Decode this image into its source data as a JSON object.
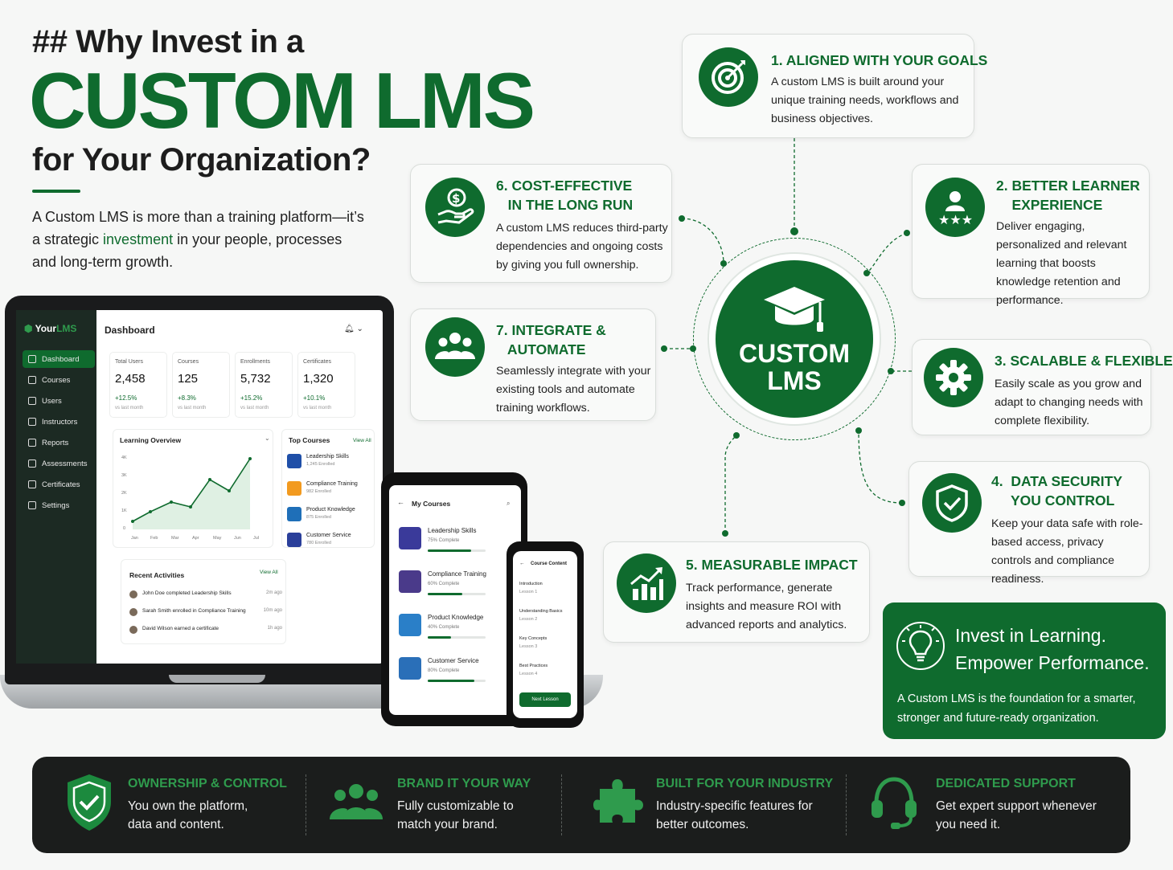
{
  "header": {
    "pre": "## Why Invest in a",
    "main": "CUSTOM LMS",
    "post": "for Your Organization?",
    "intro_a": "A Custom LMS is more than a training platform—it’s a strategic ",
    "intro_highlight": "investment",
    "intro_b": " in your people, processes and long-term growth."
  },
  "benefits": [
    {
      "title": "1. ALIGNED WITH YOUR GOALS",
      "desc": "A custom LMS is built around your unique training needs, workflows and business objectives.",
      "icon": "target-icon"
    },
    {
      "title": "2. BETTER LEARNER\n    EXPERIENCE",
      "desc": "Deliver engaging, personalized and relevant learning that boosts knowledge retention and performance.",
      "icon": "learner-stars-icon"
    },
    {
      "title": "3. SCALABLE & FLEXIBLE",
      "desc": "Easily scale as you grow and adapt to changing needs with complete flexibility.",
      "icon": "gear-icon"
    },
    {
      "title": "4.  DATA SECURITY\n     YOU CONTROL",
      "desc": "Keep your data safe with role-based access, privacy controls and compliance readiness.",
      "icon": "shield-check-icon"
    },
    {
      "title": "5. MEASURABLE IMPACT",
      "desc": "Track performance, generate insights and measure ROI with advanced reports and analytics.",
      "icon": "growth-chart-icon"
    },
    {
      "title": "6. COST-EFFECTIVE\n   IN THE LONG RUN",
      "desc": "A custom LMS reduces third-party dependencies and ongoing costs by giving you full ownership.",
      "icon": "hand-coin-icon"
    },
    {
      "title": "7. INTEGRATE &\n   AUTOMATE",
      "desc": "Seamlessly integrate with your existing tools and automate training workflows.",
      "icon": "team-icon"
    }
  ],
  "hub": {
    "label": "CUSTOM\nLMS"
  },
  "invest": {
    "title": "Invest in Learning.\nEmpower Performance.",
    "desc": "A Custom LMS is the foundation for a smarter, stronger and future-ready organization."
  },
  "bottom_bar": [
    {
      "title": "OWNERSHIP & CONTROL",
      "desc": "You own the platform, data and content."
    },
    {
      "title": "BRAND IT YOUR WAY",
      "desc": "Fully customizable to match your brand."
    },
    {
      "title": "BUILT FOR YOUR INDUSTRY",
      "desc": "Industry-specific features for better outcomes."
    },
    {
      "title": "DEDICATED SUPPORT",
      "desc": "Get expert support whenever you need it."
    }
  ],
  "laptop": {
    "logo_a": "Your",
    "logo_b": "LMS",
    "title": "Dashboard",
    "nav": [
      "Dashboard",
      "Courses",
      "Users",
      "Instructors",
      "Reports",
      "Assessments",
      "Certificates",
      "Settings"
    ],
    "stats": [
      {
        "label": "Total Users",
        "value": "2,458",
        "growth": "+12.5%",
        "sub": "vs last month"
      },
      {
        "label": "Courses",
        "value": "125",
        "growth": "+8.3%",
        "sub": "vs last month"
      },
      {
        "label": "Enrollments",
        "value": "5,732",
        "growth": "+15.2%",
        "sub": "vs last month"
      },
      {
        "label": "Certificates",
        "value": "1,320",
        "growth": "+10.1%",
        "sub": "vs last month"
      }
    ],
    "overview": {
      "title": "Learning Overview",
      "yticks": [
        "4K",
        "3K",
        "2K",
        "1K",
        "0"
      ],
      "months": [
        "Jan",
        "Feb",
        "Mar",
        "Apr",
        "May",
        "Jun",
        "Jul"
      ]
    },
    "top_courses": {
      "title": "Top Courses",
      "view_all": "View All",
      "items": [
        {
          "name": "Leadership Skills",
          "enrolled": "1,245 Enrolled",
          "color": "#1f4fa8"
        },
        {
          "name": "Compliance Training",
          "enrolled": "982 Enrolled",
          "color": "#f29a1f"
        },
        {
          "name": "Product Knowledge",
          "enrolled": "875 Enrolled",
          "color": "#1f6fb8"
        },
        {
          "name": "Customer Service",
          "enrolled": "780 Enrolled",
          "color": "#2a3f9a"
        }
      ]
    },
    "recent": {
      "title": "Recent Activities",
      "view_all": "View All",
      "items": [
        {
          "text": "John Doe completed Leadership Skills",
          "time": "2m ago"
        },
        {
          "text": "Sarah Smith enrolled in Compliance Training",
          "time": "10m ago"
        },
        {
          "text": "David Wilson earned a certificate",
          "time": "1h ago"
        }
      ]
    }
  },
  "tablet": {
    "title": "My Courses",
    "courses": [
      {
        "name": "Leadership Skills",
        "progress": "75% Complete",
        "pct": 0.75,
        "color": "#3a3a9a"
      },
      {
        "name": "Compliance Training",
        "progress": "60% Complete",
        "pct": 0.6,
        "color": "#4a3a8a"
      },
      {
        "name": "Product Knowledge",
        "progress": "40% Complete",
        "pct": 0.4,
        "color": "#2a7fc8"
      },
      {
        "name": "Customer Service",
        "progress": "80% Complete",
        "pct": 0.8,
        "color": "#2a6fb8"
      }
    ]
  },
  "phone": {
    "title": "Course Content",
    "lessons": [
      {
        "name": "Introduction",
        "sub": "Lesson 1"
      },
      {
        "name": "Understanding Basics",
        "sub": "Lesson 2"
      },
      {
        "name": "Key Concepts",
        "sub": "Lesson 3"
      },
      {
        "name": "Best Practices",
        "sub": "Lesson 4"
      }
    ],
    "button": "Next Lesson"
  },
  "colors": {
    "brand": "#0f6b2e",
    "bar": "#1b1d1c",
    "accent": "#2f9b4d"
  }
}
